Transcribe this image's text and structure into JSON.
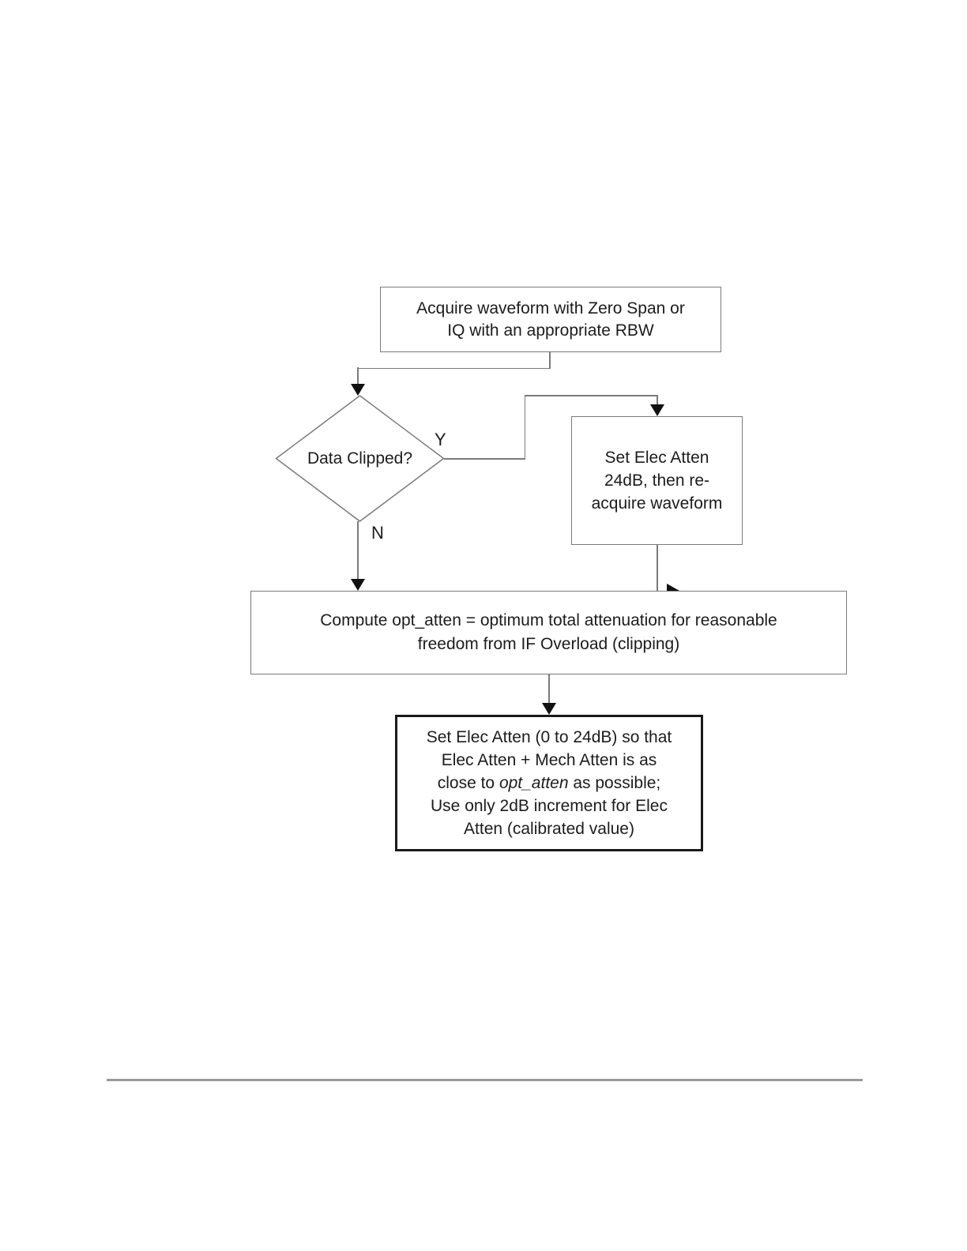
{
  "colors": {
    "line": "#7a7a7a",
    "box-border": "#7a7a7a",
    "emphasis-border": "#1a1a1a",
    "text": "#1c1c1c",
    "arrow": "#111111",
    "rule": "#9a9a9a",
    "background": "#ffffff"
  },
  "flowchart": {
    "acquire_box": {
      "line1": "Acquire waveform with Zero Span or",
      "line2": "IQ with an appropriate RBW"
    },
    "decision": {
      "label": "Data Clipped?",
      "yes_label": "Y",
      "no_label": "N"
    },
    "set_atten_box": {
      "line1": "Set Elec Atten",
      "line2": "24dB, then re-",
      "line3": "acquire waveform"
    },
    "compute_box": {
      "line1": "Compute opt_atten = optimum total attenuation for reasonable",
      "line2": "freedom from IF Overload (clipping)"
    },
    "set_elec_box": {
      "line1": "Set Elec Atten (0 to 24dB) so that",
      "line2": "Elec Atten + Mech Atten is as",
      "line3_pre": "close to ",
      "line3_italic": "opt_atten",
      "line3_post": " as possible;",
      "line4": "Use only 2dB increment for Elec",
      "line5": "Atten (calibrated value)"
    }
  }
}
